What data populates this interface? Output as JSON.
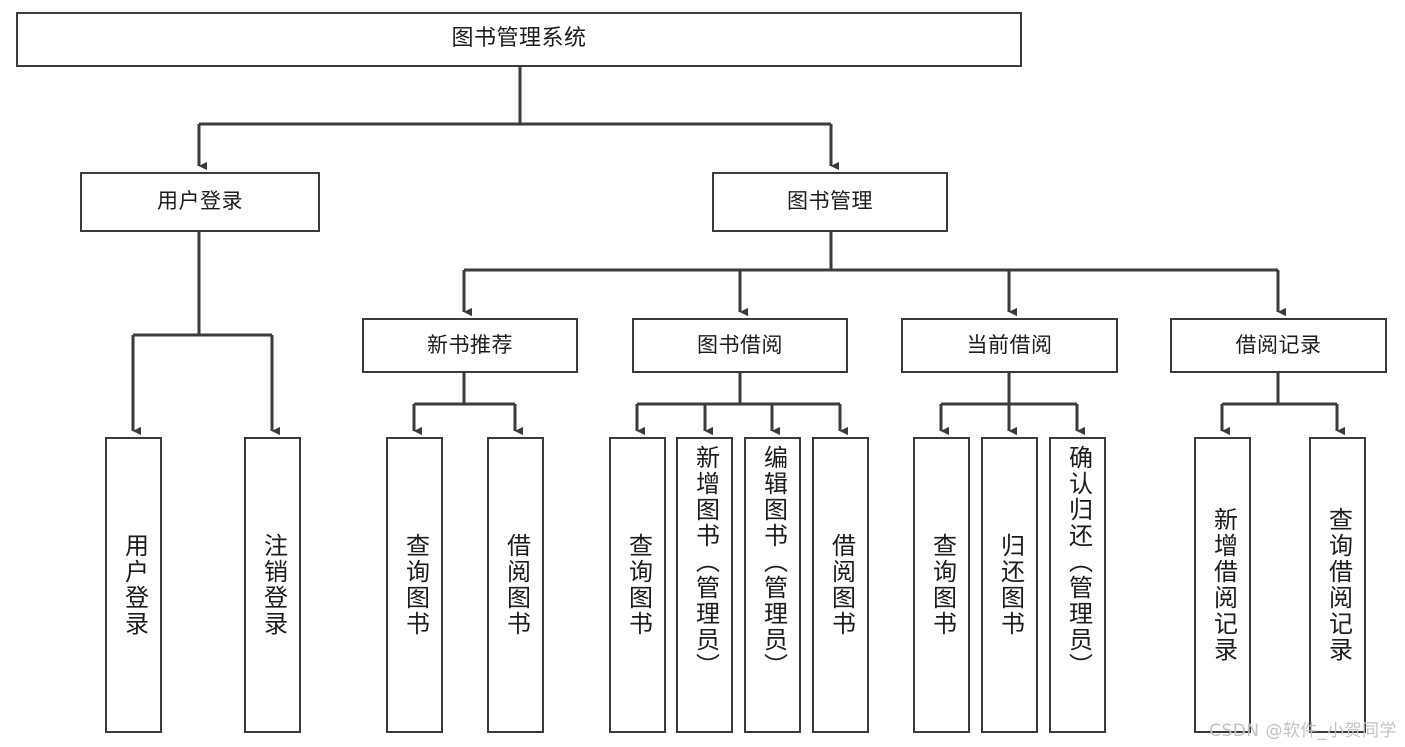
{
  "diagram": {
    "title": "图书管理系统",
    "watermark": "CSDN @软件_小贺同学",
    "stroke_color": "#3b3b3b",
    "background_color": "#ffffff",
    "text_color": "#1c1c1c",
    "watermark_color": "#c2c2c2",
    "levels": {
      "root": [
        "图书管理系统"
      ],
      "level2": [
        "用户登录",
        "图书管理"
      ],
      "level3": [
        "新书推荐",
        "图书借阅",
        "当前借阅",
        "借阅记录"
      ],
      "leaves": [
        "用户登录",
        "注销登录",
        "查询图书",
        "借阅图书",
        "查询图书",
        "新增图书（管理员）",
        "编辑图书（管理员）",
        "借阅图书",
        "查询图书",
        "归还图书",
        "确认归还（管理员）",
        "新增借阅记录",
        "查询借阅记录"
      ]
    },
    "nodes": {
      "root": {
        "label": "图书管理系统"
      },
      "user_login": {
        "label": "用户登录"
      },
      "book_manage": {
        "label": "图书管理"
      },
      "new_book_rec": {
        "label": "新书推荐"
      },
      "book_borrow": {
        "label": "图书借阅"
      },
      "current_borrow": {
        "label": "当前借阅"
      },
      "borrow_record": {
        "label": "借阅记录"
      },
      "leaf_user_login": {
        "label": "用户登录"
      },
      "leaf_logout": {
        "label": "注销登录"
      },
      "leaf_query_book_1": {
        "label": "查询图书"
      },
      "leaf_borrow_book_1": {
        "label": "借阅图书"
      },
      "leaf_query_book_2": {
        "label": "查询图书"
      },
      "leaf_add_book": {
        "label": "新增图书（管理员）"
      },
      "leaf_edit_book": {
        "label": "编辑图书（管理员）"
      },
      "leaf_borrow_book_2": {
        "label": "借阅图书"
      },
      "leaf_query_book_3": {
        "label": "查询图书"
      },
      "leaf_return_book": {
        "label": "归还图书"
      },
      "leaf_confirm_return": {
        "label": "确认归还（管理员）"
      },
      "leaf_add_record": {
        "label": "新增借阅记录"
      },
      "leaf_query_record": {
        "label": "查询借阅记录"
      }
    }
  }
}
